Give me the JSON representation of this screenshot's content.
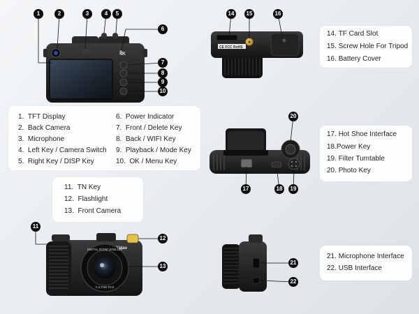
{
  "legend_back_left": [
    {
      "num": "1.",
      "label": "TFT Display"
    },
    {
      "num": "2.",
      "label": "Back Camera"
    },
    {
      "num": "3.",
      "label": "Microphone"
    },
    {
      "num": "4.",
      "label": "Left Key / Camera Switch"
    },
    {
      "num": "5.",
      "label": "Right Key / DISP Key"
    }
  ],
  "legend_back_right": [
    {
      "num": "6.",
      "label": "Power Indicator"
    },
    {
      "num": "7.",
      "label": "Front / Delete Key"
    },
    {
      "num": "8.",
      "label": "Back / WIFI Key"
    },
    {
      "num": "9.",
      "label": "Playback / Mode Key"
    },
    {
      "num": "10.",
      "label": "OK / Menu Key"
    }
  ],
  "legend_front": [
    {
      "num": "11.",
      "label": "TN Key"
    },
    {
      "num": "12.",
      "label": "Flashlight"
    },
    {
      "num": "13.",
      "label": "Front Camera"
    }
  ],
  "legend_bottom": [
    {
      "num": "14.",
      "label": "TF Card Slot"
    },
    {
      "num": "15.",
      "label": "Screw Hole For Tripod"
    },
    {
      "num": "16.",
      "label": "Battery Cover"
    }
  ],
  "legend_top": [
    {
      "num": "17.",
      "label": "Hot Shoe Interface"
    },
    {
      "num": "18.",
      "label": "Power Key"
    },
    {
      "num": "19.",
      "label": "Filter Tumtable"
    },
    {
      "num": "20.",
      "label": "Photo Key"
    }
  ],
  "legend_side": [
    {
      "num": "21.",
      "label": "Microphone Interface"
    },
    {
      "num": "22.",
      "label": "USB Interface"
    }
  ],
  "badges": [
    "1",
    "2",
    "3",
    "4",
    "5",
    "6",
    "7",
    "8",
    "9",
    "10",
    "11",
    "12",
    "13",
    "14",
    "15",
    "16",
    "17",
    "18",
    "19",
    "20",
    "21",
    "22"
  ],
  "camera_markings": {
    "back_mode": "4K",
    "front_brand": "Yatao",
    "lens_ring_text": "DIGITAL ZOOM LENS 18X",
    "lens_spec_text": "f=3.7mm F2.0",
    "bottom_label": "CE FCC RoHS"
  },
  "colors": {
    "background": "#e7ebef",
    "panel": "#ffffff",
    "badge": "#0d0d0d",
    "camera_body": "#1c1c1c",
    "leader_line": "#111111",
    "tripod_screw": "#d8a23a"
  }
}
